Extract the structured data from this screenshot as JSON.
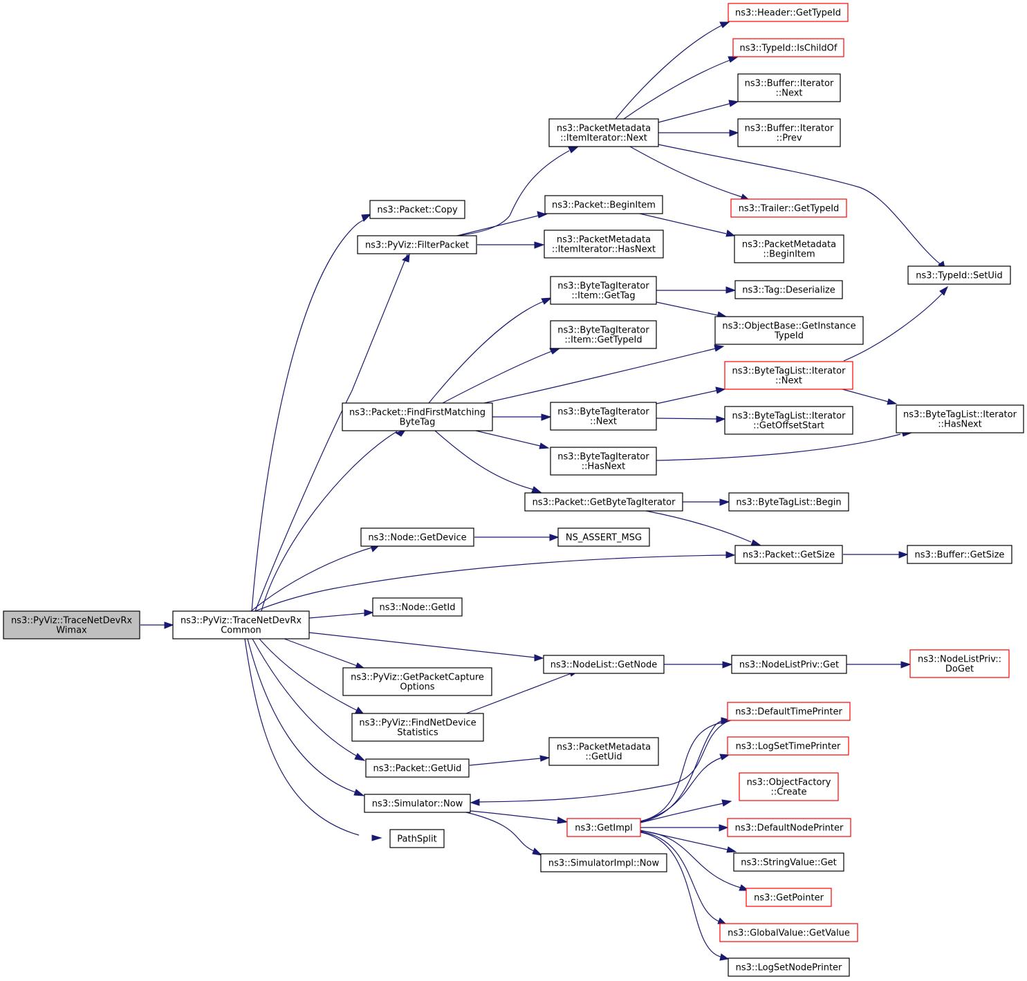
{
  "colors": {
    "edge": "#191970",
    "border": "#000000",
    "truncated_border": "#ff0000",
    "root_fill": "#bfbfbf"
  },
  "nodes": {
    "root": {
      "lines": [
        "ns3::PyViz::TraceNetDevRx",
        "Wimax"
      ],
      "style": "root"
    },
    "common": {
      "lines": [
        "ns3::PyViz::TraceNetDevRx",
        "Common"
      ]
    },
    "packet_copy": {
      "lines": [
        "ns3::Packet::Copy"
      ]
    },
    "filter_packet": {
      "lines": [
        "ns3::PyViz::FilterPacket"
      ]
    },
    "find_first": {
      "lines": [
        "ns3::Packet::FindFirstMatching",
        "ByteTag"
      ]
    },
    "node_getdevice": {
      "lines": [
        "ns3::Node::GetDevice"
      ]
    },
    "node_getid": {
      "lines": [
        "ns3::Node::GetId"
      ]
    },
    "get_pcap_opts": {
      "lines": [
        "ns3::PyViz::GetPacketCapture",
        "Options"
      ]
    },
    "find_netdev_stats": {
      "lines": [
        "ns3::PyViz::FindNetDevice",
        "Statistics"
      ]
    },
    "packet_getuid": {
      "lines": [
        "ns3::Packet::GetUid"
      ]
    },
    "simulator_now": {
      "lines": [
        "ns3::Simulator::Now"
      ]
    },
    "pathsplit": {
      "lines": [
        "PathSplit"
      ]
    },
    "pm_itemit_next": {
      "lines": [
        "ns3::PacketMetadata",
        "::ItemIterator::Next"
      ]
    },
    "packet_beginitem": {
      "lines": [
        "ns3::Packet::BeginItem"
      ]
    },
    "pm_itemit_hasnext": {
      "lines": [
        "ns3::PacketMetadata",
        "::ItemIterator::HasNext"
      ]
    },
    "bti_item_gettag": {
      "lines": [
        "ns3::ByteTagIterator",
        "::Item::GetTag"
      ]
    },
    "bti_item_gettypeid": {
      "lines": [
        "ns3::ByteTagIterator",
        "::Item::GetTypeId"
      ]
    },
    "bti_next": {
      "lines": [
        "ns3::ByteTagIterator",
        "::Next"
      ]
    },
    "bti_hasnext": {
      "lines": [
        "ns3::ByteTagIterator",
        "::HasNext"
      ]
    },
    "packet_getbti": {
      "lines": [
        "ns3::Packet::GetByteTagIterator"
      ]
    },
    "ns_assert_msg": {
      "lines": [
        "NS_ASSERT_MSG"
      ]
    },
    "nodelist_getnode": {
      "lines": [
        "ns3::NodeList::GetNode"
      ]
    },
    "pm_getuid": {
      "lines": [
        "ns3::PacketMetadata",
        "::GetUid"
      ]
    },
    "getimpl": {
      "lines": [
        "ns3::GetImpl"
      ],
      "style": "red"
    },
    "simimpl_now": {
      "lines": [
        "ns3::SimulatorImpl::Now"
      ]
    },
    "header_gettypeid": {
      "lines": [
        "ns3::Header::GetTypeId"
      ],
      "style": "red"
    },
    "typeid_ischildof": {
      "lines": [
        "ns3::TypeId::IsChildOf"
      ],
      "style": "red"
    },
    "buffer_it_next": {
      "lines": [
        "ns3::Buffer::Iterator",
        "::Next"
      ]
    },
    "buffer_it_prev": {
      "lines": [
        "ns3::Buffer::Iterator",
        "::Prev"
      ]
    },
    "trailer_gettypeid": {
      "lines": [
        "ns3::Trailer::GetTypeId"
      ],
      "style": "red"
    },
    "pm_beginitem": {
      "lines": [
        "ns3::PacketMetadata",
        "::BeginItem"
      ]
    },
    "tag_deserialize": {
      "lines": [
        "ns3::Tag::Deserialize"
      ]
    },
    "objbase_getinst": {
      "lines": [
        "ns3::ObjectBase::GetInstance",
        "TypeId"
      ]
    },
    "btl_it_next": {
      "lines": [
        "ns3::ByteTagList::Iterator",
        "::Next"
      ],
      "style": "red"
    },
    "btl_it_getoffset": {
      "lines": [
        "ns3::ByteTagList::Iterator",
        "::GetOffsetStart"
      ]
    },
    "btl_begin": {
      "lines": [
        "ns3::ByteTagList::Begin"
      ]
    },
    "packet_getsize": {
      "lines": [
        "ns3::Packet::GetSize"
      ]
    },
    "nodelistpriv_get": {
      "lines": [
        "ns3::NodeListPriv::Get"
      ]
    },
    "default_time_printer": {
      "lines": [
        "ns3::DefaultTimePrinter"
      ],
      "style": "red"
    },
    "log_set_time_printer": {
      "lines": [
        "ns3::LogSetTimePrinter"
      ],
      "style": "red"
    },
    "object_factory_create": {
      "lines": [
        "ns3::ObjectFactory",
        "::Create"
      ],
      "style": "red"
    },
    "default_node_printer": {
      "lines": [
        "ns3::DefaultNodePrinter"
      ],
      "style": "red"
    },
    "stringvalue_get": {
      "lines": [
        "ns3::StringValue::Get"
      ]
    },
    "getpointer": {
      "lines": [
        "ns3::GetPointer"
      ],
      "style": "red"
    },
    "globalvalue_getvalue": {
      "lines": [
        "ns3::GlobalValue::GetValue"
      ],
      "style": "red"
    },
    "log_set_node_printer": {
      "lines": [
        "ns3::LogSetNodePrinter"
      ]
    },
    "typeid_setuid": {
      "lines": [
        "ns3::TypeId::SetUid"
      ]
    },
    "btl_it_hasnext": {
      "lines": [
        "ns3::ByteTagList::Iterator",
        "::HasNext"
      ]
    },
    "buffer_getsize": {
      "lines": [
        "ns3::Buffer::GetSize"
      ]
    },
    "nodelistpriv_doget": {
      "lines": [
        "ns3::NodeListPriv::",
        "DoGet"
      ],
      "style": "red"
    }
  }
}
